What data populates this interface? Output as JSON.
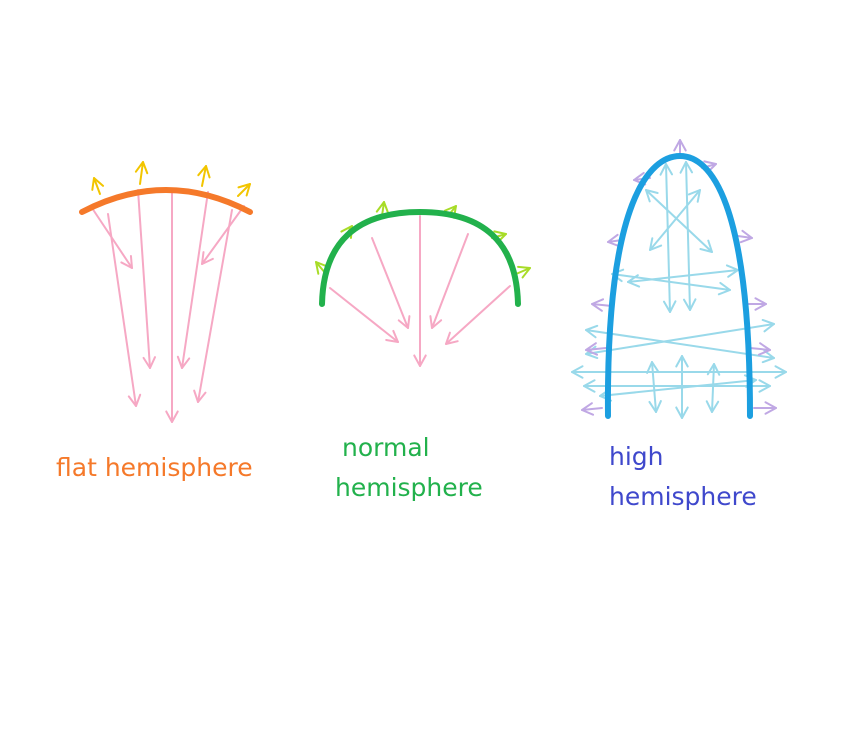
{
  "labels": {
    "flat": "flat hemisphere",
    "normal_line1": "normal",
    "normal_line2": "hemisphere",
    "high_line1": "high",
    "high_line2": "hemisphere"
  },
  "colors": {
    "flat_arc": "#f5792a",
    "flat_text": "#f5792a",
    "normal_arc": "#22b14c",
    "normal_text": "#22b14c",
    "high_arc": "#1c9fe0",
    "high_text": "#3f48cc",
    "inward_arrow": "#f6a8c4",
    "flat_outward_arrow": "#f2c500",
    "normal_outward_arrow": "#a8dc28",
    "high_inner_arrow": "#99d9ea",
    "high_outward_arrow": "#c0a8e4"
  }
}
